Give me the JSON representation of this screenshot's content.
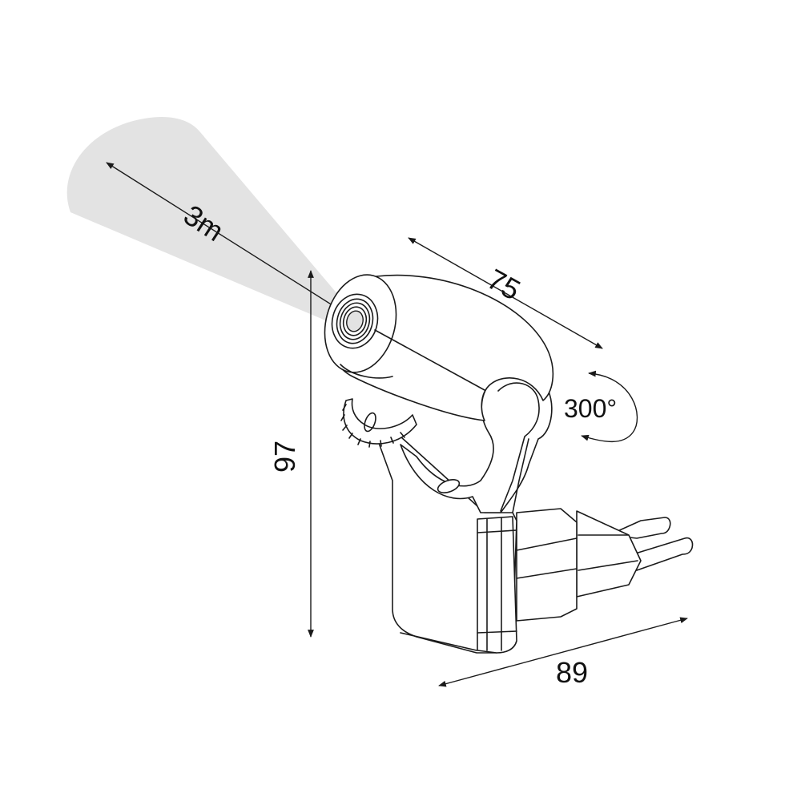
{
  "diagram": {
    "type": "product-dimension-drawing",
    "subject": "plug-in spotlight / night light with EU plug",
    "colors": {
      "line": "#1a1a1a",
      "beam": "#e3e3e3",
      "background": "#ffffff"
    },
    "dimensions": {
      "beam_distance": {
        "label": "3m"
      },
      "head_length": {
        "label": "75"
      },
      "rotation": {
        "label": "300°"
      },
      "height": {
        "label": "97"
      },
      "depth": {
        "label": "89"
      }
    }
  }
}
